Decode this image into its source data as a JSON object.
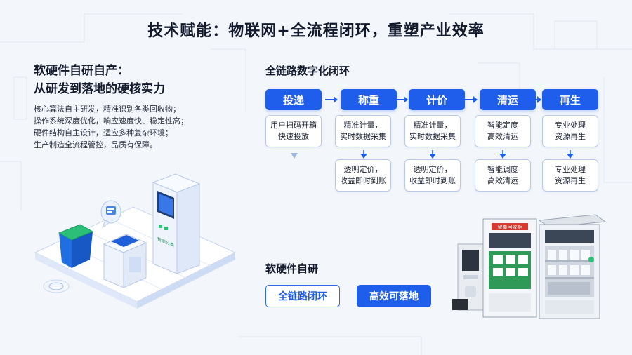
{
  "title": "技术赋能：物联网+全流程闭环，重塑产业效率",
  "left": {
    "heading_line1": "软硬件自研自产：",
    "heading_line2": "从研发到落地的硬核实力",
    "desc": [
      "核心算法自主研发，精准识别各类回收物；",
      "操作系统深度优化，响应速度快、稳定性高；",
      "硬件结构自主设计，适应多种复杂环境；",
      "生产制造全流程管控，品质有保障。"
    ]
  },
  "flow": {
    "heading": "全链路数字化闭环",
    "steps": [
      "投递",
      "称重",
      "计价",
      "清运",
      "再生"
    ],
    "row1": [
      [
        "用户扫码开箱",
        "快速投放"
      ],
      [
        "精准计量，",
        "实时数据采集"
      ],
      [
        "精准计量，",
        "实时数据采集"
      ],
      [
        "智能定度",
        "高效清运"
      ],
      [
        "专业处理",
        "资源再生"
      ]
    ],
    "row2": [
      [
        "透明定价，",
        "收益即时到账"
      ],
      [
        "透明定价，",
        "收益即时到账"
      ],
      [
        "智能调度",
        "高效清运"
      ],
      [
        "专业处理",
        "资源再生"
      ]
    ]
  },
  "bottom": {
    "heading": "软硬件自研",
    "tag1": "全链路闭环",
    "tag2": "高效可落地"
  },
  "illustration": {
    "kiosk_label": "智能分类",
    "machine_banner": "智能回收柜"
  },
  "colors": {
    "accent": "#1e5eea",
    "card_border": "#b9c9ea"
  }
}
